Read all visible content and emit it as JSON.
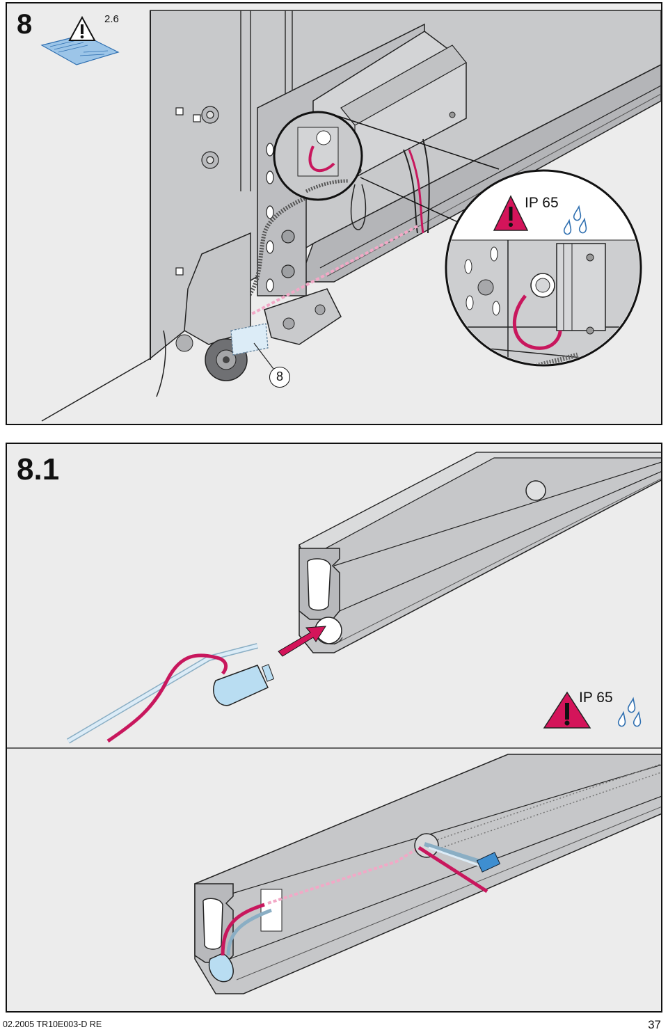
{
  "figure_8": {
    "step": "8",
    "reference": "2.6",
    "ip_rating": "IP 65",
    "callout": "8"
  },
  "figure_8_1": {
    "step": "8.1",
    "ip_rating": "IP 65"
  },
  "colors": {
    "cable": "#c8175d",
    "cable_dashed": "#f2a8c6",
    "sensor_blue": "#b9ddf2",
    "warning_red": "#d4145a",
    "drop_blue": "#2f6fb0",
    "panel_bg": "#ececec",
    "metal": "#c6c7c9"
  },
  "icons": [
    "warning-triangle-icon",
    "manual-book-icon",
    "water-drops-icon",
    "push-arrow-icon"
  ],
  "footer": {
    "doc_code": "02.2005  TR10E003-D  RE",
    "page": "37"
  }
}
